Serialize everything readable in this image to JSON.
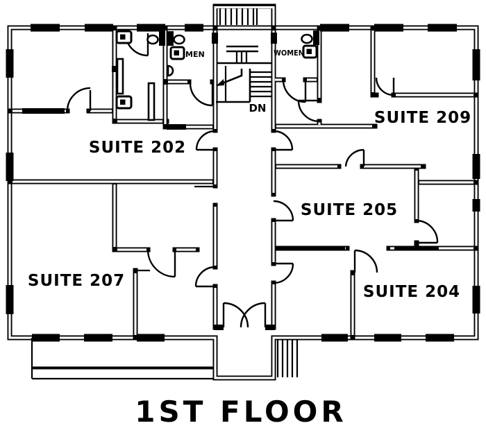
{
  "title": {
    "floor_label": "1ST FLOOR"
  },
  "rooms": {
    "suite202": {
      "label": "SUITE 202"
    },
    "suite204": {
      "label": "SUITE 204"
    },
    "suite205": {
      "label": "SUITE 205"
    },
    "suite207": {
      "label": "SUITE 207"
    },
    "suite209": {
      "label": "SUITE 209"
    }
  },
  "restrooms": {
    "men": {
      "label": "MEN"
    },
    "women": {
      "label": "WOMEN"
    }
  },
  "stairs": {
    "down_label": "DN"
  },
  "colors": {
    "ink": "#000000",
    "background": "#ffffff"
  }
}
